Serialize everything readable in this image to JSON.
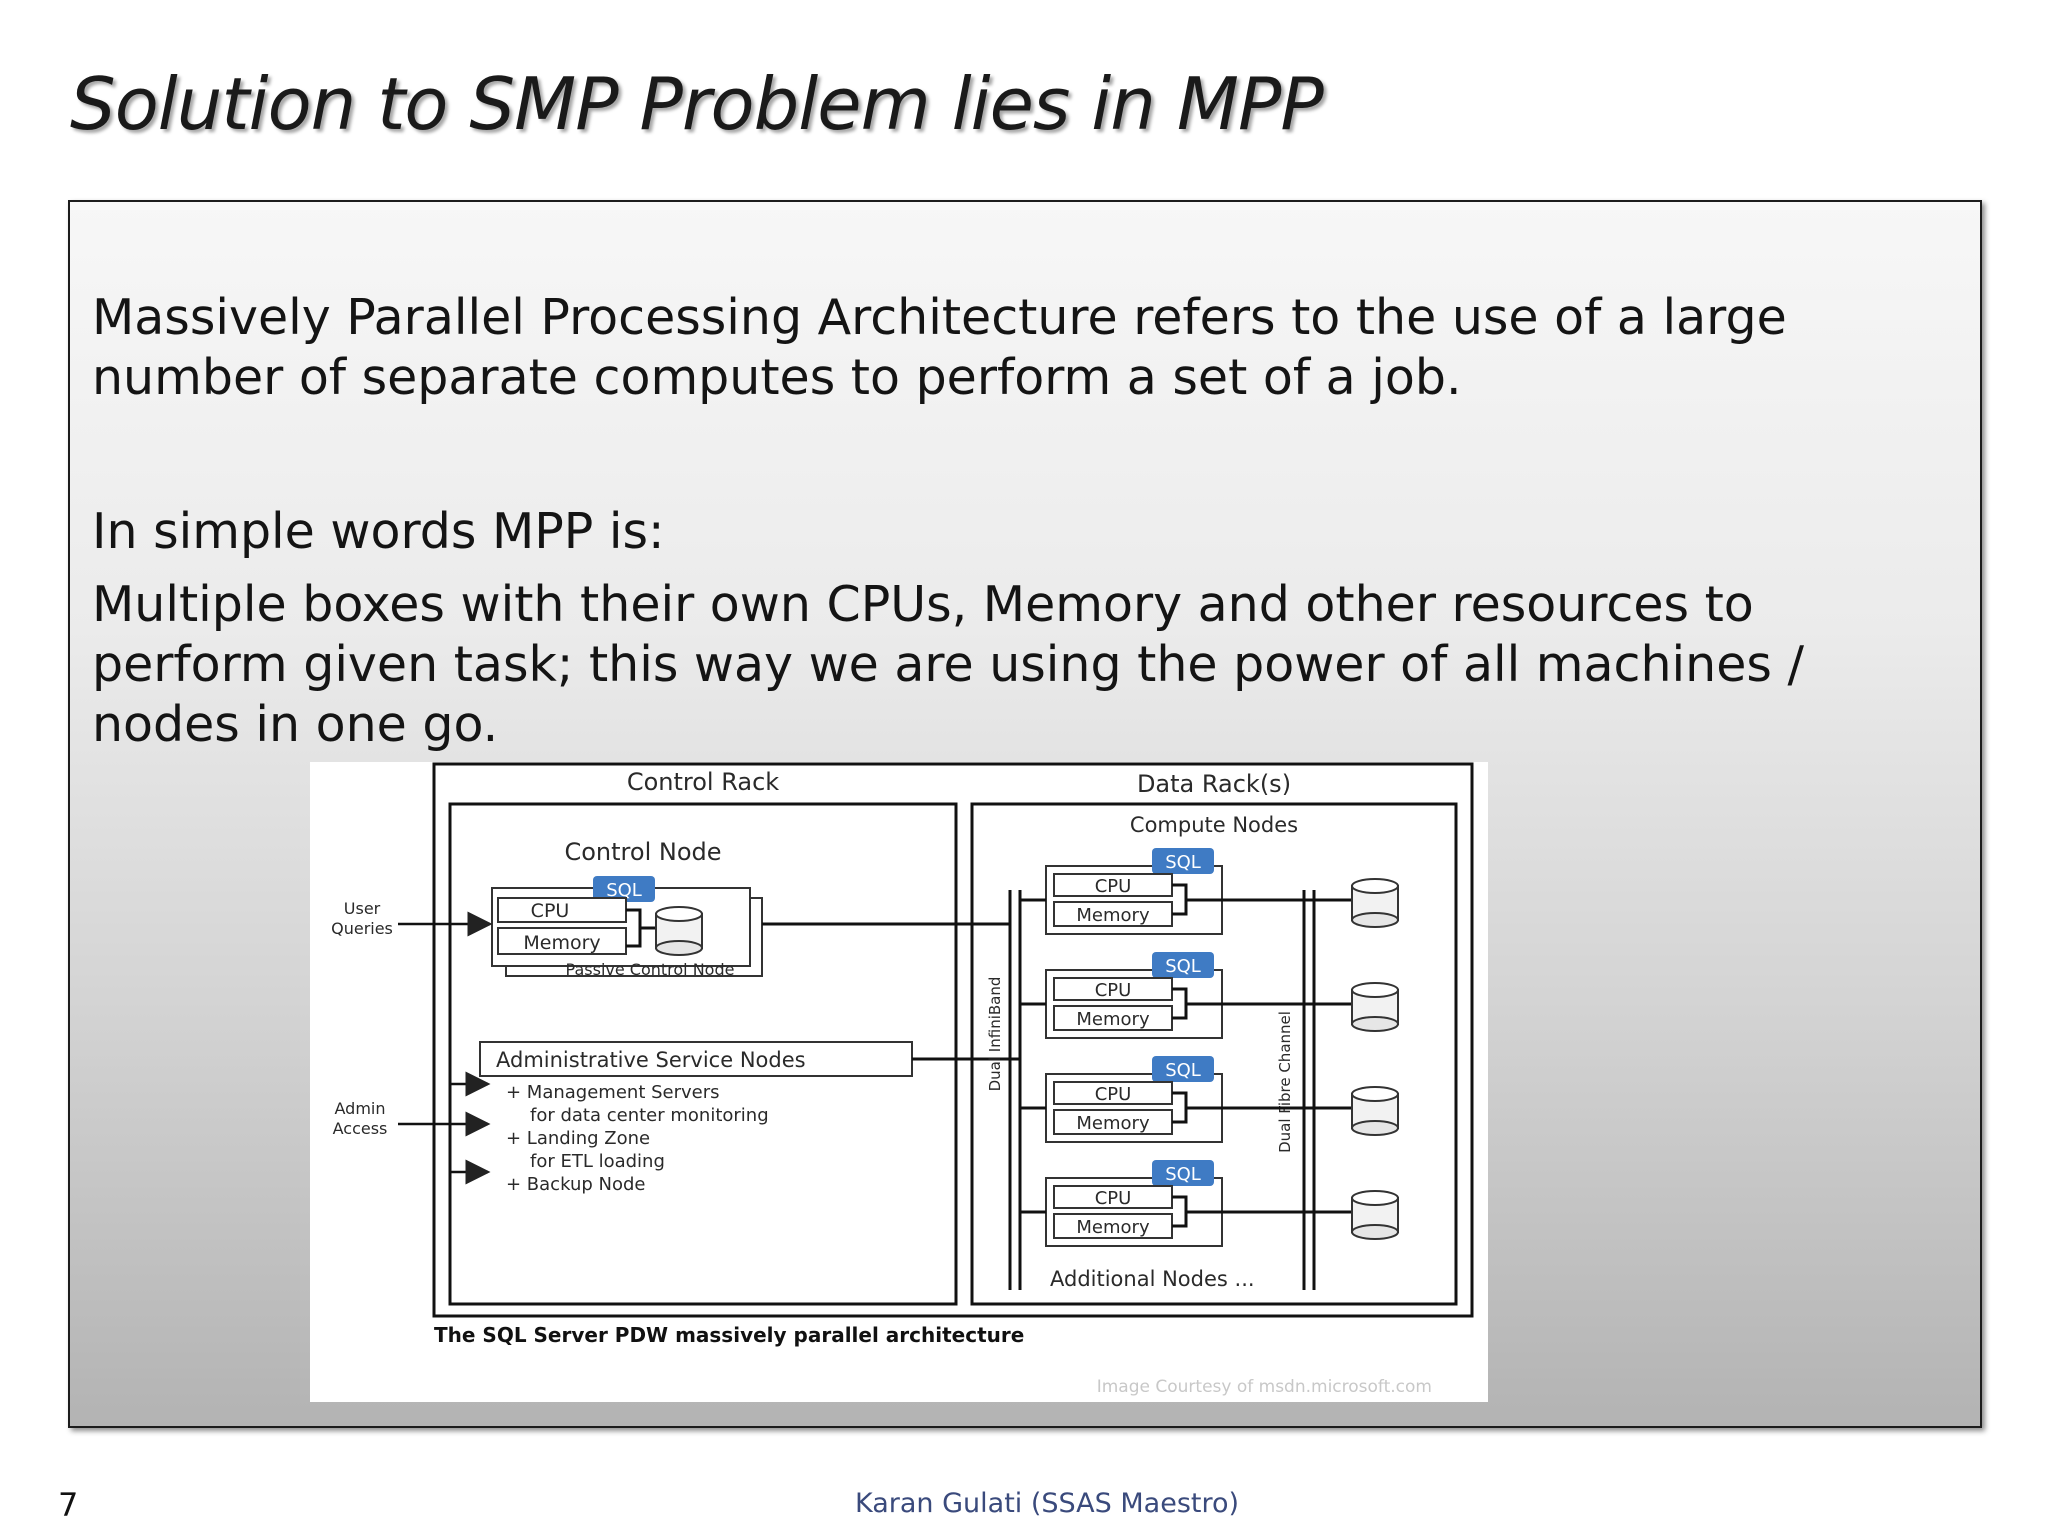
{
  "slide": {
    "title": "Solution to SMP Problem lies in MPP",
    "paragraph1": "Massively Parallel Processing Architecture refers to the use of a large number of separate computes to perform a set of a job.",
    "paragraph2": "In simple words MPP is:",
    "paragraph3": "Multiple boxes with their own CPUs, Memory and other resources to perform given task; this way we are using the power of all machines / nodes in one go.",
    "page_number": "7",
    "footer": "Karan Gulati (SSAS Maestro)"
  },
  "diagram": {
    "control_rack": "Control Rack",
    "data_racks": "Data Rack(s)",
    "control_node": "Control Node",
    "compute_nodes": "Compute Nodes",
    "sql": "SQL",
    "cpu": "CPU",
    "memory": "Memory",
    "passive_node": "Passive Control Node",
    "user_queries_1": "User",
    "user_queries_2": "Queries",
    "admin_access_1": "Admin",
    "admin_access_2": "Access",
    "admin_nodes": "Administrative Service Nodes",
    "admin_items": [
      "+ Management Servers",
      "for data center monitoring",
      "+ Landing Zone",
      "for ETL loading",
      "+ Backup Node"
    ],
    "infiniband": "Dual InfiniBand",
    "fibre": "Dual Fibre Channel",
    "additional_nodes": "Additional Nodes ...",
    "caption": "The SQL Server PDW massively parallel architecture",
    "courtesy": "Image Courtesy of msdn.microsoft.com"
  }
}
